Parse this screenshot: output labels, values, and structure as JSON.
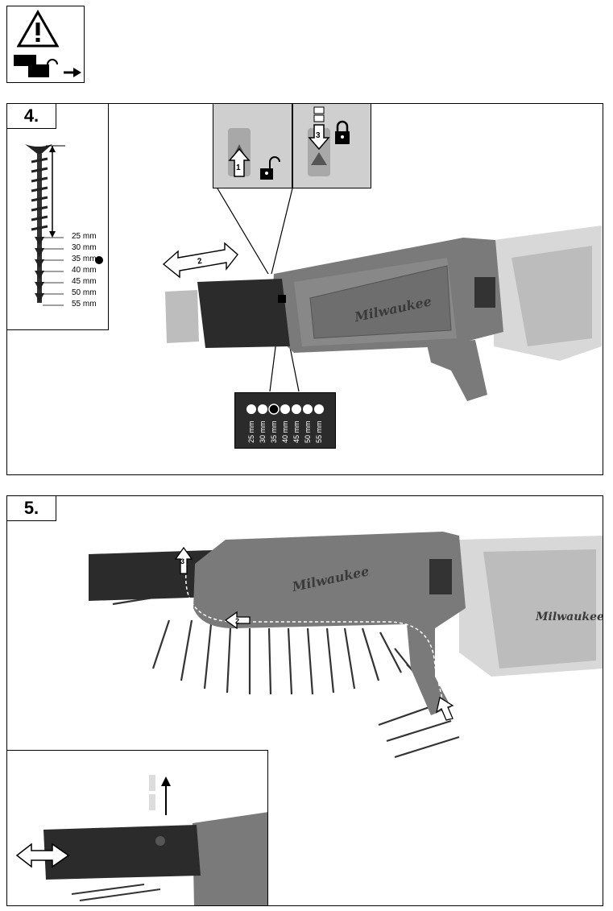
{
  "warning_box": {
    "icon": "warning-triangle-icon",
    "battery_icon": "remove-battery-icon"
  },
  "panel4": {
    "step_label": "4.",
    "arrow2_label": "2",
    "inset1_label": "1",
    "inset2_label": "3",
    "brand": "Milwaukee",
    "screw_lengths": [
      "25 mm",
      "30 mm",
      "35 mm",
      "40 mm",
      "45 mm",
      "50 mm",
      "55 mm"
    ],
    "selected_length": "35 mm",
    "scale_labels": [
      "25 mm",
      "30 mm",
      "35 mm",
      "40 mm",
      "45 mm",
      "50 mm",
      "55 mm"
    ]
  },
  "panel5": {
    "step_label": "5.",
    "arrow3_label": "3",
    "arrow2_label": "2",
    "brand": "Milwaukee",
    "brand2": "Milwaukee"
  },
  "colors": {
    "tool_body": "#7a7a7a",
    "tool_dark": "#2b2b2b",
    "tool_light": "#bdbdbd",
    "panel_border": "#000000"
  }
}
